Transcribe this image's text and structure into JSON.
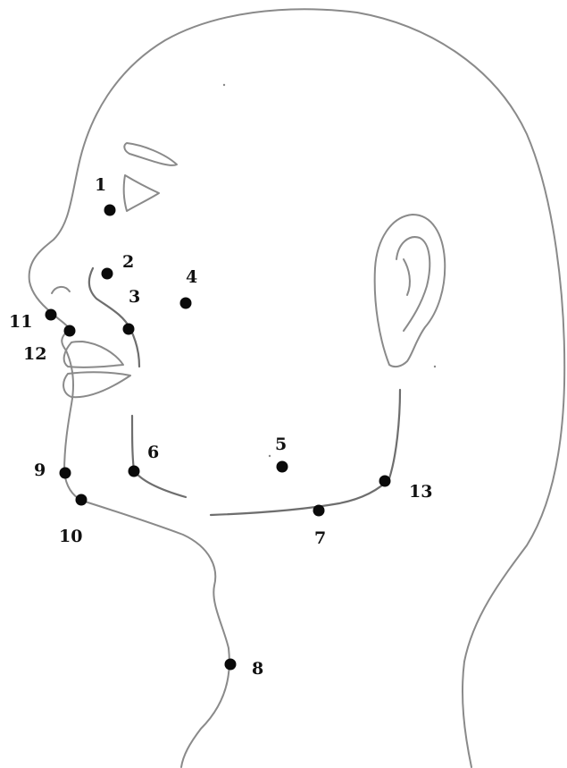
{
  "figure": {
    "subject": "face-profile-outline",
    "points": [
      {
        "id": "p1",
        "label": "1"
      },
      {
        "id": "p2",
        "label": "2"
      },
      {
        "id": "p3",
        "label": "3"
      },
      {
        "id": "p4",
        "label": "4"
      },
      {
        "id": "p5",
        "label": "5"
      },
      {
        "id": "p6",
        "label": "6"
      },
      {
        "id": "p7",
        "label": "7"
      },
      {
        "id": "p8",
        "label": "8"
      },
      {
        "id": "p9",
        "label": "9"
      },
      {
        "id": "p10",
        "label": "10"
      },
      {
        "id": "p11",
        "label": "11"
      },
      {
        "id": "p12",
        "label": "12"
      },
      {
        "id": "p13",
        "label": "13"
      }
    ]
  }
}
